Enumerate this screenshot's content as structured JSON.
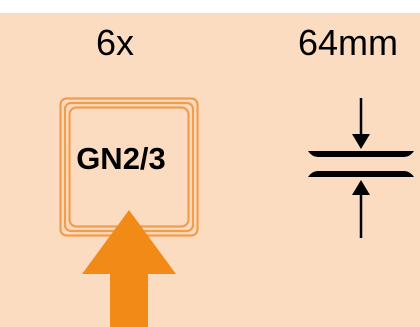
{
  "header": {
    "count": "6x",
    "dimension": "64mm"
  },
  "tray": {
    "label": "GN2/3"
  },
  "colors": {
    "panel_background": "#fbdcc0",
    "accent_orange": "#f28a17",
    "tray_border": "#f29d4e",
    "text": "#000000"
  },
  "icons": {
    "tray": "gastronorm-tray-icon",
    "insert_arrow": "insert-arrow-icon",
    "gap": "spacing-gap-icon"
  }
}
